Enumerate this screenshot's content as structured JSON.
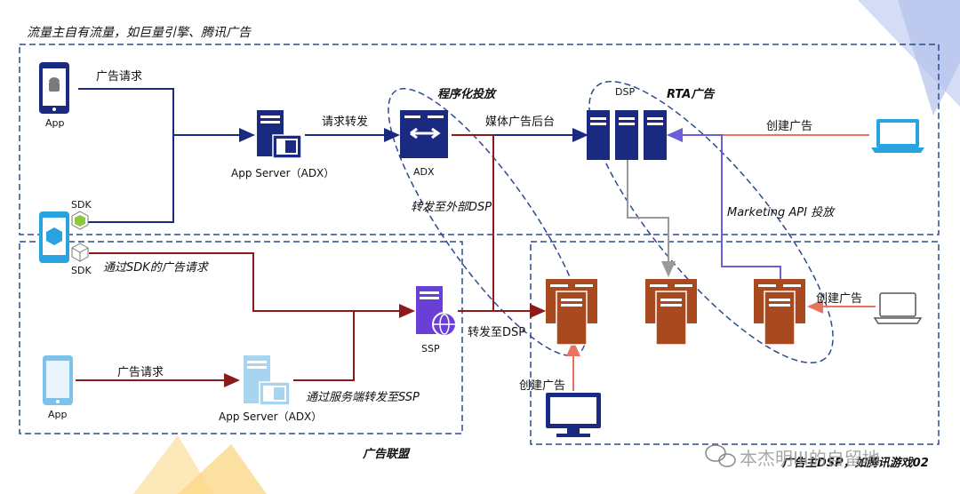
{
  "top_region_title": "流量主自有流量，如巨量引擎、腾讯广告",
  "ad_network_title": "广告联盟",
  "advertiser_dsp_title": "广告主DSP，如腾讯游戏02",
  "programmatic_label": "程序化投放",
  "rta_label": "RTA广告",
  "watermark": "本杰明III的自留地",
  "nodes": {
    "app_top": "App",
    "sdk_top": "SDK",
    "sdk_bottom": "SDK",
    "app_server_top": "App Server（ADX）",
    "adx": "ADX",
    "dsp": "DSP",
    "ssp": "SSP",
    "app_bottom": "App",
    "app_server_bottom": "App Server（ADX）"
  },
  "edges": {
    "ad_request_top": "广告请求",
    "request_forward": "请求转发",
    "media_ad_backend": "媒体广告后台",
    "create_ad_top": "创建广告",
    "forward_external_dsp": "转发至外部DSP",
    "marketing_api": "Marketing API 投放",
    "via_sdk_request": "通过SDK的广告请求",
    "create_ad_right": "创建广告",
    "forward_dsp": "转发至DSP",
    "ad_request_bottom": "广告请求",
    "server_forward_ssp": "通过服务端转发至SSP",
    "create_ad_bottom": "创建广告"
  },
  "colors": {
    "navy": "#1a2a80",
    "darkred": "#8b1a1a",
    "coral": "#e8735f",
    "purple": "#6a5fd6",
    "gray": "#9a9a9a",
    "dash": "#2c4a8f",
    "server_brown": "#a8491f",
    "phone_blue": "#29a3e0"
  }
}
